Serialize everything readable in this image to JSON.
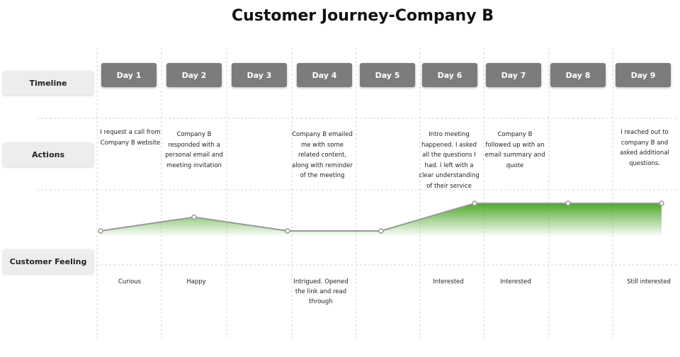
{
  "title": "Customer Journey-Company B",
  "row_labels": {
    "timeline": "Timeline",
    "actions": "Actions",
    "feeling": "Customer Feeling"
  },
  "days": [
    "Day 1",
    "Day 2",
    "Day 3",
    "Day 4",
    "Day 5",
    "Day 6",
    "Day 7",
    "Day 8",
    "Day 9"
  ],
  "actions": [
    "I request a call from Company B website",
    "Company B responded with a personal email and meeting invitation",
    "",
    "Company B emailed me with some related content, along with reminder of the meeting",
    "",
    "Intro meeting happened. I asked all the questions I had. I left with a clear understanding of their service",
    "Company B followed up with an email summary and quote",
    "",
    "I reached out to company B and asked additional questions."
  ],
  "feelings": [
    "Curious",
    "Happy",
    "",
    "Intrigued. Opened the link and read through",
    "",
    "Interested",
    "Interested",
    "",
    "Still interested"
  ],
  "colors": {
    "day_box": "#7c7c7c",
    "label_box": "#ededed",
    "line": "#999999",
    "fill": "#5fb83a"
  },
  "chart_data": {
    "type": "area",
    "x": [
      "Day 1",
      "Day 2",
      "Day 4",
      "Day 5",
      "Day 6",
      "Day 8",
      "Day 9"
    ],
    "series": [
      {
        "values": [
          1,
          2,
          1,
          1,
          3,
          3,
          3
        ]
      }
    ],
    "ylim": [
      1,
      3
    ],
    "grid": false
  }
}
